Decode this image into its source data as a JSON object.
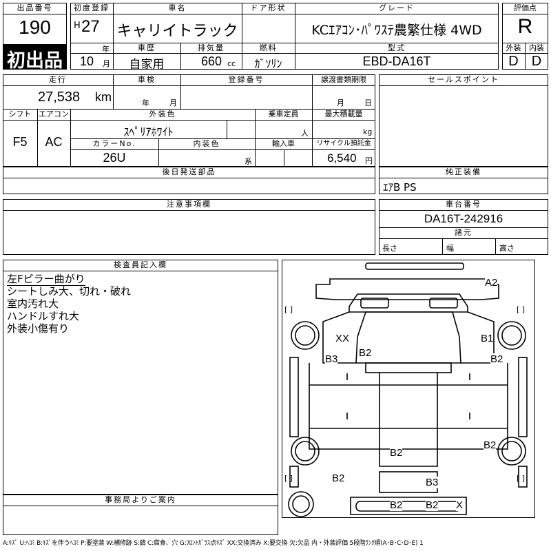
{
  "header": {
    "lot_no_label": "出品番号",
    "lot_no": "190",
    "first_badge": "初出品",
    "first_reg_label": "初度登録",
    "era": "H",
    "year": "27",
    "year_unit": "年",
    "month": "10",
    "month_unit": "月",
    "car_name_label": "車名",
    "car_name": "キャリイトラック",
    "door_label": "ドア形状",
    "door": "",
    "grade_label": "グレード",
    "grade": "KCｴｱｺﾝ･ﾊﾟﾜｽﾃ農繁仕様 4WD",
    "score_label": "評価点",
    "score": "R",
    "history_label": "車歴",
    "history": "自家用",
    "displacement_label": "排気量",
    "displacement": "660",
    "displacement_unit": "cc",
    "fuel_label": "燃料",
    "fuel": "ｶﾞｿﾘﾝ",
    "model_label": "型式",
    "model": "EBD-DA16T",
    "ext_label": "外装",
    "ext_grade": "D",
    "int_label": "内装",
    "int_grade": "D"
  },
  "row2": {
    "mileage_label": "走行",
    "mileage": "27,538",
    "mileage_unit": "km",
    "inspection_label": "車検",
    "insp_year_unit": "年",
    "insp_month_unit": "月",
    "reg_no_label": "登録番号",
    "reg_no": "",
    "transfer_label": "譲渡書類期限",
    "transfer_month_unit": "月",
    "transfer_day_unit": "日",
    "sales_point_label": "セールスポイント",
    "sales_point": ""
  },
  "row3": {
    "shift_label": "シフト",
    "shift": "F5",
    "ac_label": "エアコン",
    "ac": "AC",
    "ext_color_label": "外装色",
    "ext_color": "ｽﾍﾟﾘｱﾎﾜｲﾄ",
    "capacity_label": "乗車定員",
    "capacity_unit": "人",
    "max_load_label": "最大積載量",
    "max_load_unit": "kg",
    "color_no_label": "カラーNo.",
    "color_no": "26U",
    "int_color_label": "内装色",
    "int_color_unit": "系",
    "import_label": "輸入車",
    "recycle_label": "リサイクル預託金",
    "recycle": "6,540",
    "recycle_unit": "円"
  },
  "later_parts_label": "後日発送部品",
  "later_parts": "",
  "genuine_label": "純正装備",
  "genuine": "ｴｱB PS",
  "notes_label": "注意事項欄",
  "notes": "",
  "chassis_label": "車台番号",
  "chassis": "DA16T-242916",
  "dims_label": "諸元",
  "length_label": "長さ",
  "width_label": "幅",
  "height_label": "高さ",
  "inspector_label": "検査員記入欄",
  "inspector_lines": [
    "左Fピラー曲がり",
    "シートしみ大、切れ・破れ",
    "室内汚れ大",
    "ハンドルすれ大",
    "外装小傷有り"
  ],
  "office_label": "事務局よりご案内",
  "office": "",
  "diagram_marks": {
    "a2": "A2",
    "xx": "XX",
    "b1": "B1",
    "b3_left": "B3",
    "b2_pillar": "B2",
    "b2_right": "B2",
    "b2_cabin": "B2",
    "b2_rear_right": "B2",
    "b2_rear_left": "B2",
    "b3_rear": "B3",
    "b2_bumper_1": "B2",
    "b2_bumper_2": "B2",
    "x_bumper": "X",
    "bracket": "[  ]"
  },
  "legend": "A:ｷｽﾞ U:ﾍｺﾐ B:ｷｽﾞを伴うﾍｺﾐ P:要塗装 W:補修跡 S:錆 C:腐食、穴 G:ﾌﾛﾝﾄｶﾞﾗｽ点ｷｽﾞ XX:交換済み X:要交換 欠:欠品 内・外装評価 5段階ﾗﾝｸ順(A･B･C･D･E) 1"
}
